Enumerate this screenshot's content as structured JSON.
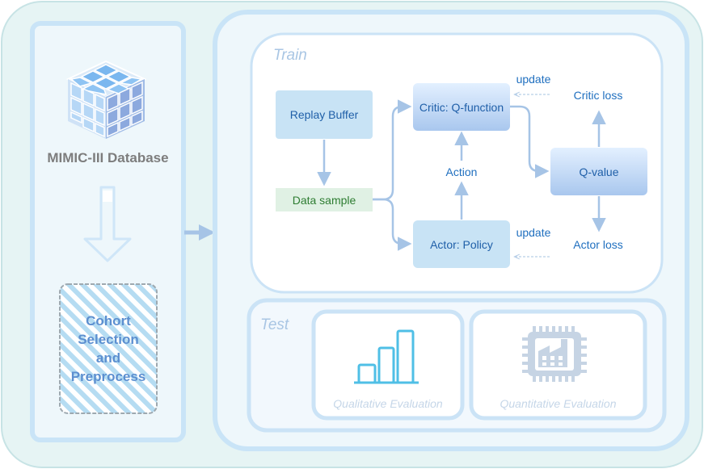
{
  "database": {
    "label": "MIMIC-III Database",
    "icon": "database-cube-icon"
  },
  "cohort": {
    "label_lines": [
      "Cohort",
      "Selection",
      "and",
      "Preprocess"
    ]
  },
  "train": {
    "title": "Train",
    "replay_buffer": "Replay Buffer",
    "data_sample": "Data sample",
    "critic": "Critic: Q-function",
    "actor": "Actor: Policy",
    "action": "Action",
    "q_value": "Q-value",
    "critic_loss": "Critic loss",
    "actor_loss": "Actor loss",
    "update_critic": "update",
    "update_actor": "update"
  },
  "test": {
    "title": "Test",
    "qualitative": {
      "label": "Qualitative Evaluation",
      "icon": "bar-chart-icon"
    },
    "quantitative": {
      "label": "Quantitative Evaluation",
      "icon": "chip-icon"
    }
  },
  "colors": {
    "panel_fill": "#e6f4f4",
    "panel_border": "#c9e4f7",
    "node_fill": "#c8e3f5",
    "node_gradient_top": "#e1efff",
    "node_gradient_bottom": "#a9c8ee",
    "data_sample_fill": "#e0f1e4",
    "data_sample_text": "#2e7d32",
    "arrow": "#a6c4e6",
    "accent_text": "#1f6fbf"
  }
}
